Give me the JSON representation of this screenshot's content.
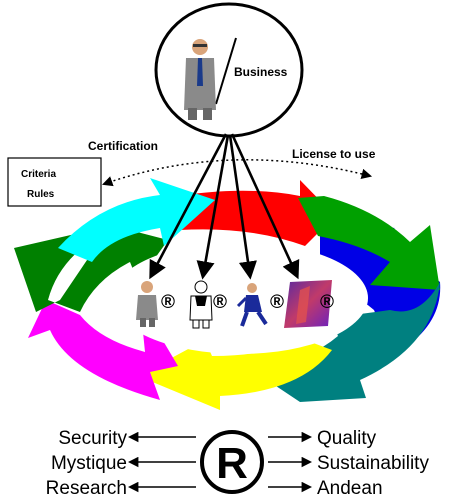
{
  "business": {
    "label": "Business"
  },
  "certification": {
    "label": "Certification"
  },
  "license": {
    "label": "License to use"
  },
  "criteria_box": {
    "line1": "Criteria",
    "line2": "Rules"
  },
  "registered_symbol": "®",
  "left_attributes": [
    "Security",
    "Mystique",
    "Research"
  ],
  "right_attributes": [
    "Quality",
    "Sustainability",
    "Andean"
  ],
  "cycle_colors": [
    "#ff0000",
    "#00a000",
    "#0000e6",
    "#008080",
    "#ffff00",
    "#ff00ff",
    "#008000",
    "#00ffff"
  ]
}
